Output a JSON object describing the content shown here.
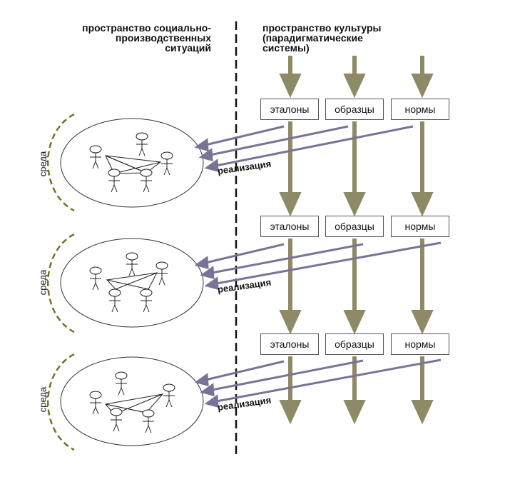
{
  "headers": {
    "left_line1": "пространство социально-",
    "left_line2": "производственных",
    "left_line3": "ситуаций",
    "right_line1": "пространство культуры",
    "right_line2": "(парадигматические",
    "right_line3": "системы)"
  },
  "rows": [
    {
      "etalony": "эталоны",
      "obrazcy": "образцы",
      "normy": "нормы",
      "realizaciya": "реализация",
      "sreda": "среда"
    },
    {
      "etalony": "эталоны",
      "obrazcy": "образцы",
      "normy": "нормы",
      "realizaciya": "реализация",
      "sreda": "среда"
    },
    {
      "etalony": "эталоны",
      "obrazcy": "образцы",
      "normy": "нормы",
      "realizaciya": "реализация",
      "sreda": "среда"
    }
  ],
  "colors": {
    "culture_arrow": "#8f8a66",
    "realization_arrow": "#7a7396",
    "environment_arc": "#7a7020",
    "divider": "#111111"
  }
}
